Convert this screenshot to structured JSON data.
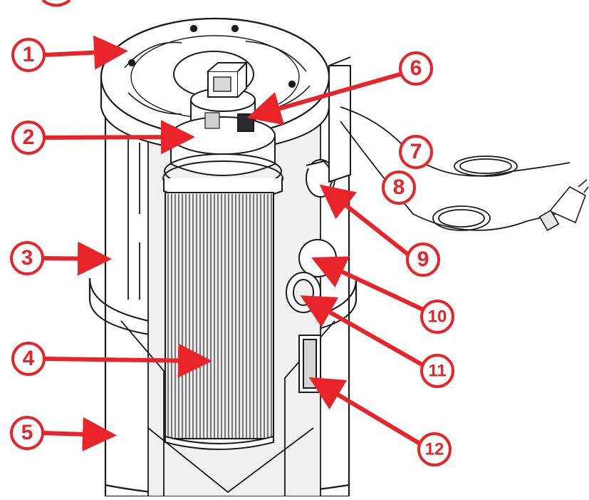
{
  "colors": {
    "callout_red": "#e8242a",
    "line_dark": "#1a1a1a",
    "body_fill": "#ffffff",
    "shade_fill": "#f1f1f1",
    "filter_fill": "#ececec"
  },
  "callouts": [
    {
      "number": "1"
    },
    {
      "number": "2"
    },
    {
      "number": "3"
    },
    {
      "number": "4"
    },
    {
      "number": "5"
    },
    {
      "number": "6"
    },
    {
      "number": "7"
    },
    {
      "number": "8"
    },
    {
      "number": "9"
    },
    {
      "number": "10"
    },
    {
      "number": "11"
    },
    {
      "number": "12"
    }
  ]
}
